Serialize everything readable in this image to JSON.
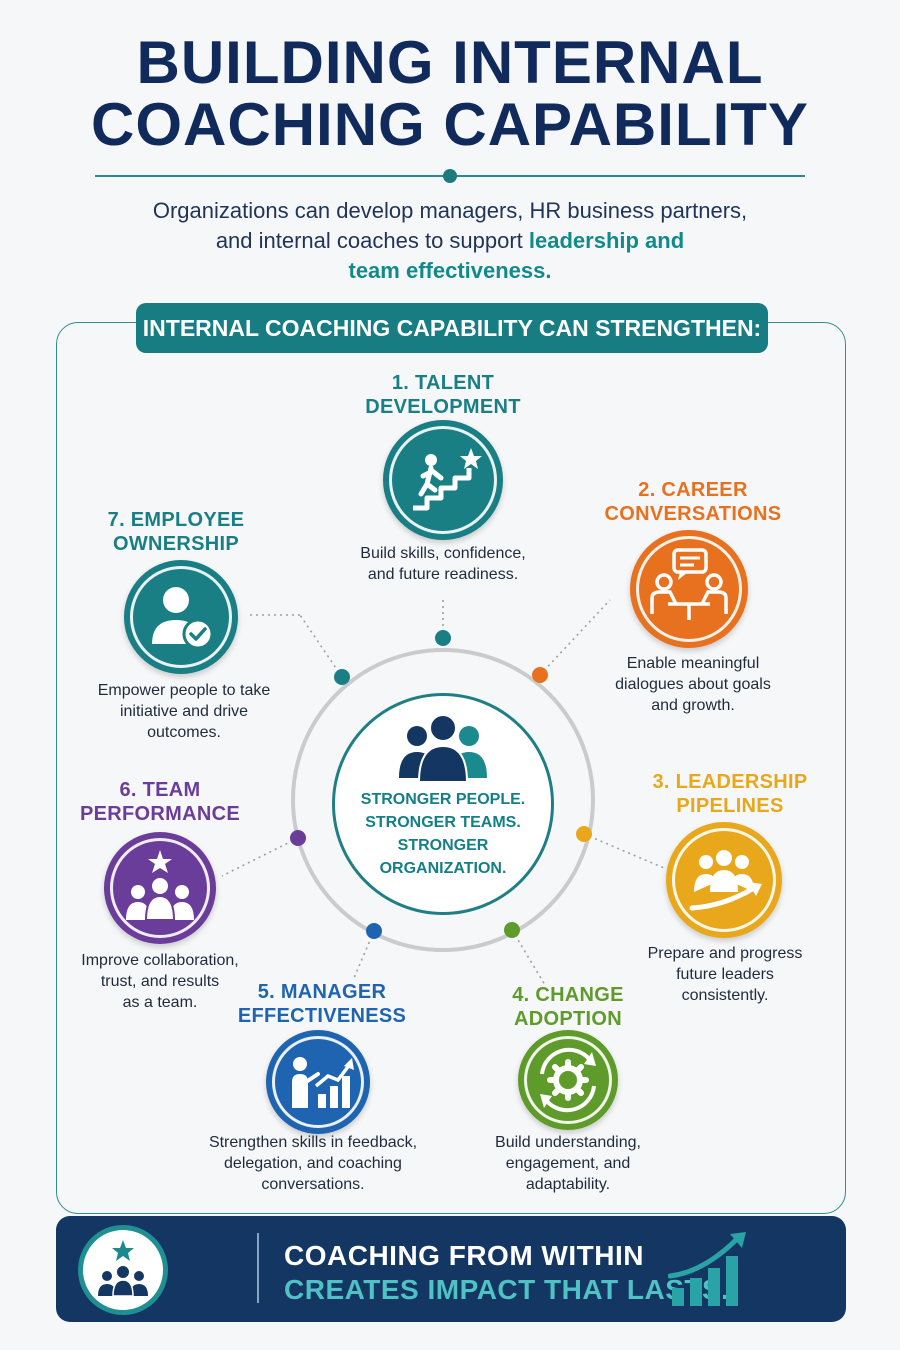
{
  "header": {
    "title_line1": "BUILDING INTERNAL",
    "title_line2": "COACHING CAPABILITY",
    "subtitle_line1": "Organizations can develop managers, HR business partners,",
    "subtitle_line2_plain": "and internal coaches to support ",
    "subtitle_line2_highlight": "leadership and",
    "subtitle_line3_highlight": "team effectiveness."
  },
  "banner": {
    "label": "INTERNAL COACHING CAPABILITY CAN STRENGTHEN:"
  },
  "center": {
    "line1": "STRONGER PEOPLE.",
    "line2": "STRONGER TEAMS.",
    "line3": "STRONGER ORGANIZATION."
  },
  "colors": {
    "teal": "#1a7f85",
    "orange": "#e8711f",
    "yellow": "#e9a81b",
    "green": "#5f9b2a",
    "blue": "#1f64b0",
    "purple": "#6b3d9a",
    "navy": "#143662"
  },
  "nodes": [
    {
      "title1": "1. TALENT",
      "title2": "DEVELOPMENT",
      "icon": "stairs-climber-star-icon",
      "desc1": "Build skills, confidence,",
      "desc2": "and future readiness.",
      "desc3": ""
    },
    {
      "title1": "2. CAREER",
      "title2": "CONVERSATIONS",
      "icon": "conversation-table-icon",
      "desc1": "Enable meaningful",
      "desc2": "dialogues about goals",
      "desc3": "and growth."
    },
    {
      "title1": "3. LEADERSHIP",
      "title2": "PIPELINES",
      "icon": "group-rising-arrow-icon",
      "desc1": "Prepare and progress",
      "desc2": "future leaders",
      "desc3": "consistently."
    },
    {
      "title1": "4. CHANGE",
      "title2": "ADOPTION",
      "icon": "gear-cycle-icon",
      "desc1": "Build understanding,",
      "desc2": "engagement, and",
      "desc3": "adaptability."
    },
    {
      "title1": "5. MANAGER",
      "title2": "EFFECTIVENESS",
      "icon": "presenter-chart-icon",
      "desc1": "Strengthen skills in feedback,",
      "desc2": "delegation, and coaching",
      "desc3": "conversations."
    },
    {
      "title1": "6. TEAM",
      "title2": "PERFORMANCE",
      "icon": "team-star-icon",
      "desc1": "Improve collaboration,",
      "desc2": "trust, and results",
      "desc3": "as a team."
    },
    {
      "title1": "7. EMPLOYEE",
      "title2": "OWNERSHIP",
      "icon": "person-check-icon",
      "desc1": "Empower people to take",
      "desc2": "initiative and drive",
      "desc3": "outcomes."
    }
  ],
  "footer": {
    "line1": "COACHING FROM WITHIN",
    "line2": "CREATES IMPACT THAT LASTS."
  }
}
